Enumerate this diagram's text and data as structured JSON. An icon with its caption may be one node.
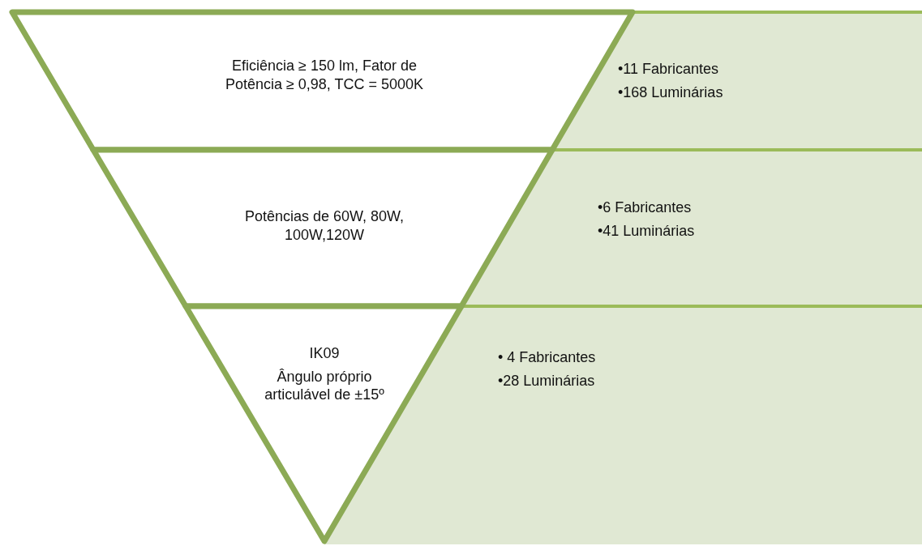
{
  "diagram": {
    "nodes": [
      {
        "text": [
          "Eficiência ≥ 150 lm, Fator de Potência ≥ 0,98, TCC = 5000K"
        ]
      },
      {
        "text": [
          "•11 Fabricantes",
          "•168 Luminárias"
        ]
      },
      {
        "text": [
          "Potências de 60W, 80W, 100W,120W"
        ]
      },
      {
        "text": [
          "•6 Fabricantes",
          "•41 Luminárias"
        ]
      },
      {
        "text": [
          "IK09",
          "Ângulo próprio articulável de ±15º"
        ]
      },
      {
        "text": [
          "• 4 Fabricantes",
          "•28 Luminárias"
        ]
      }
    ],
    "edges": []
  }
}
